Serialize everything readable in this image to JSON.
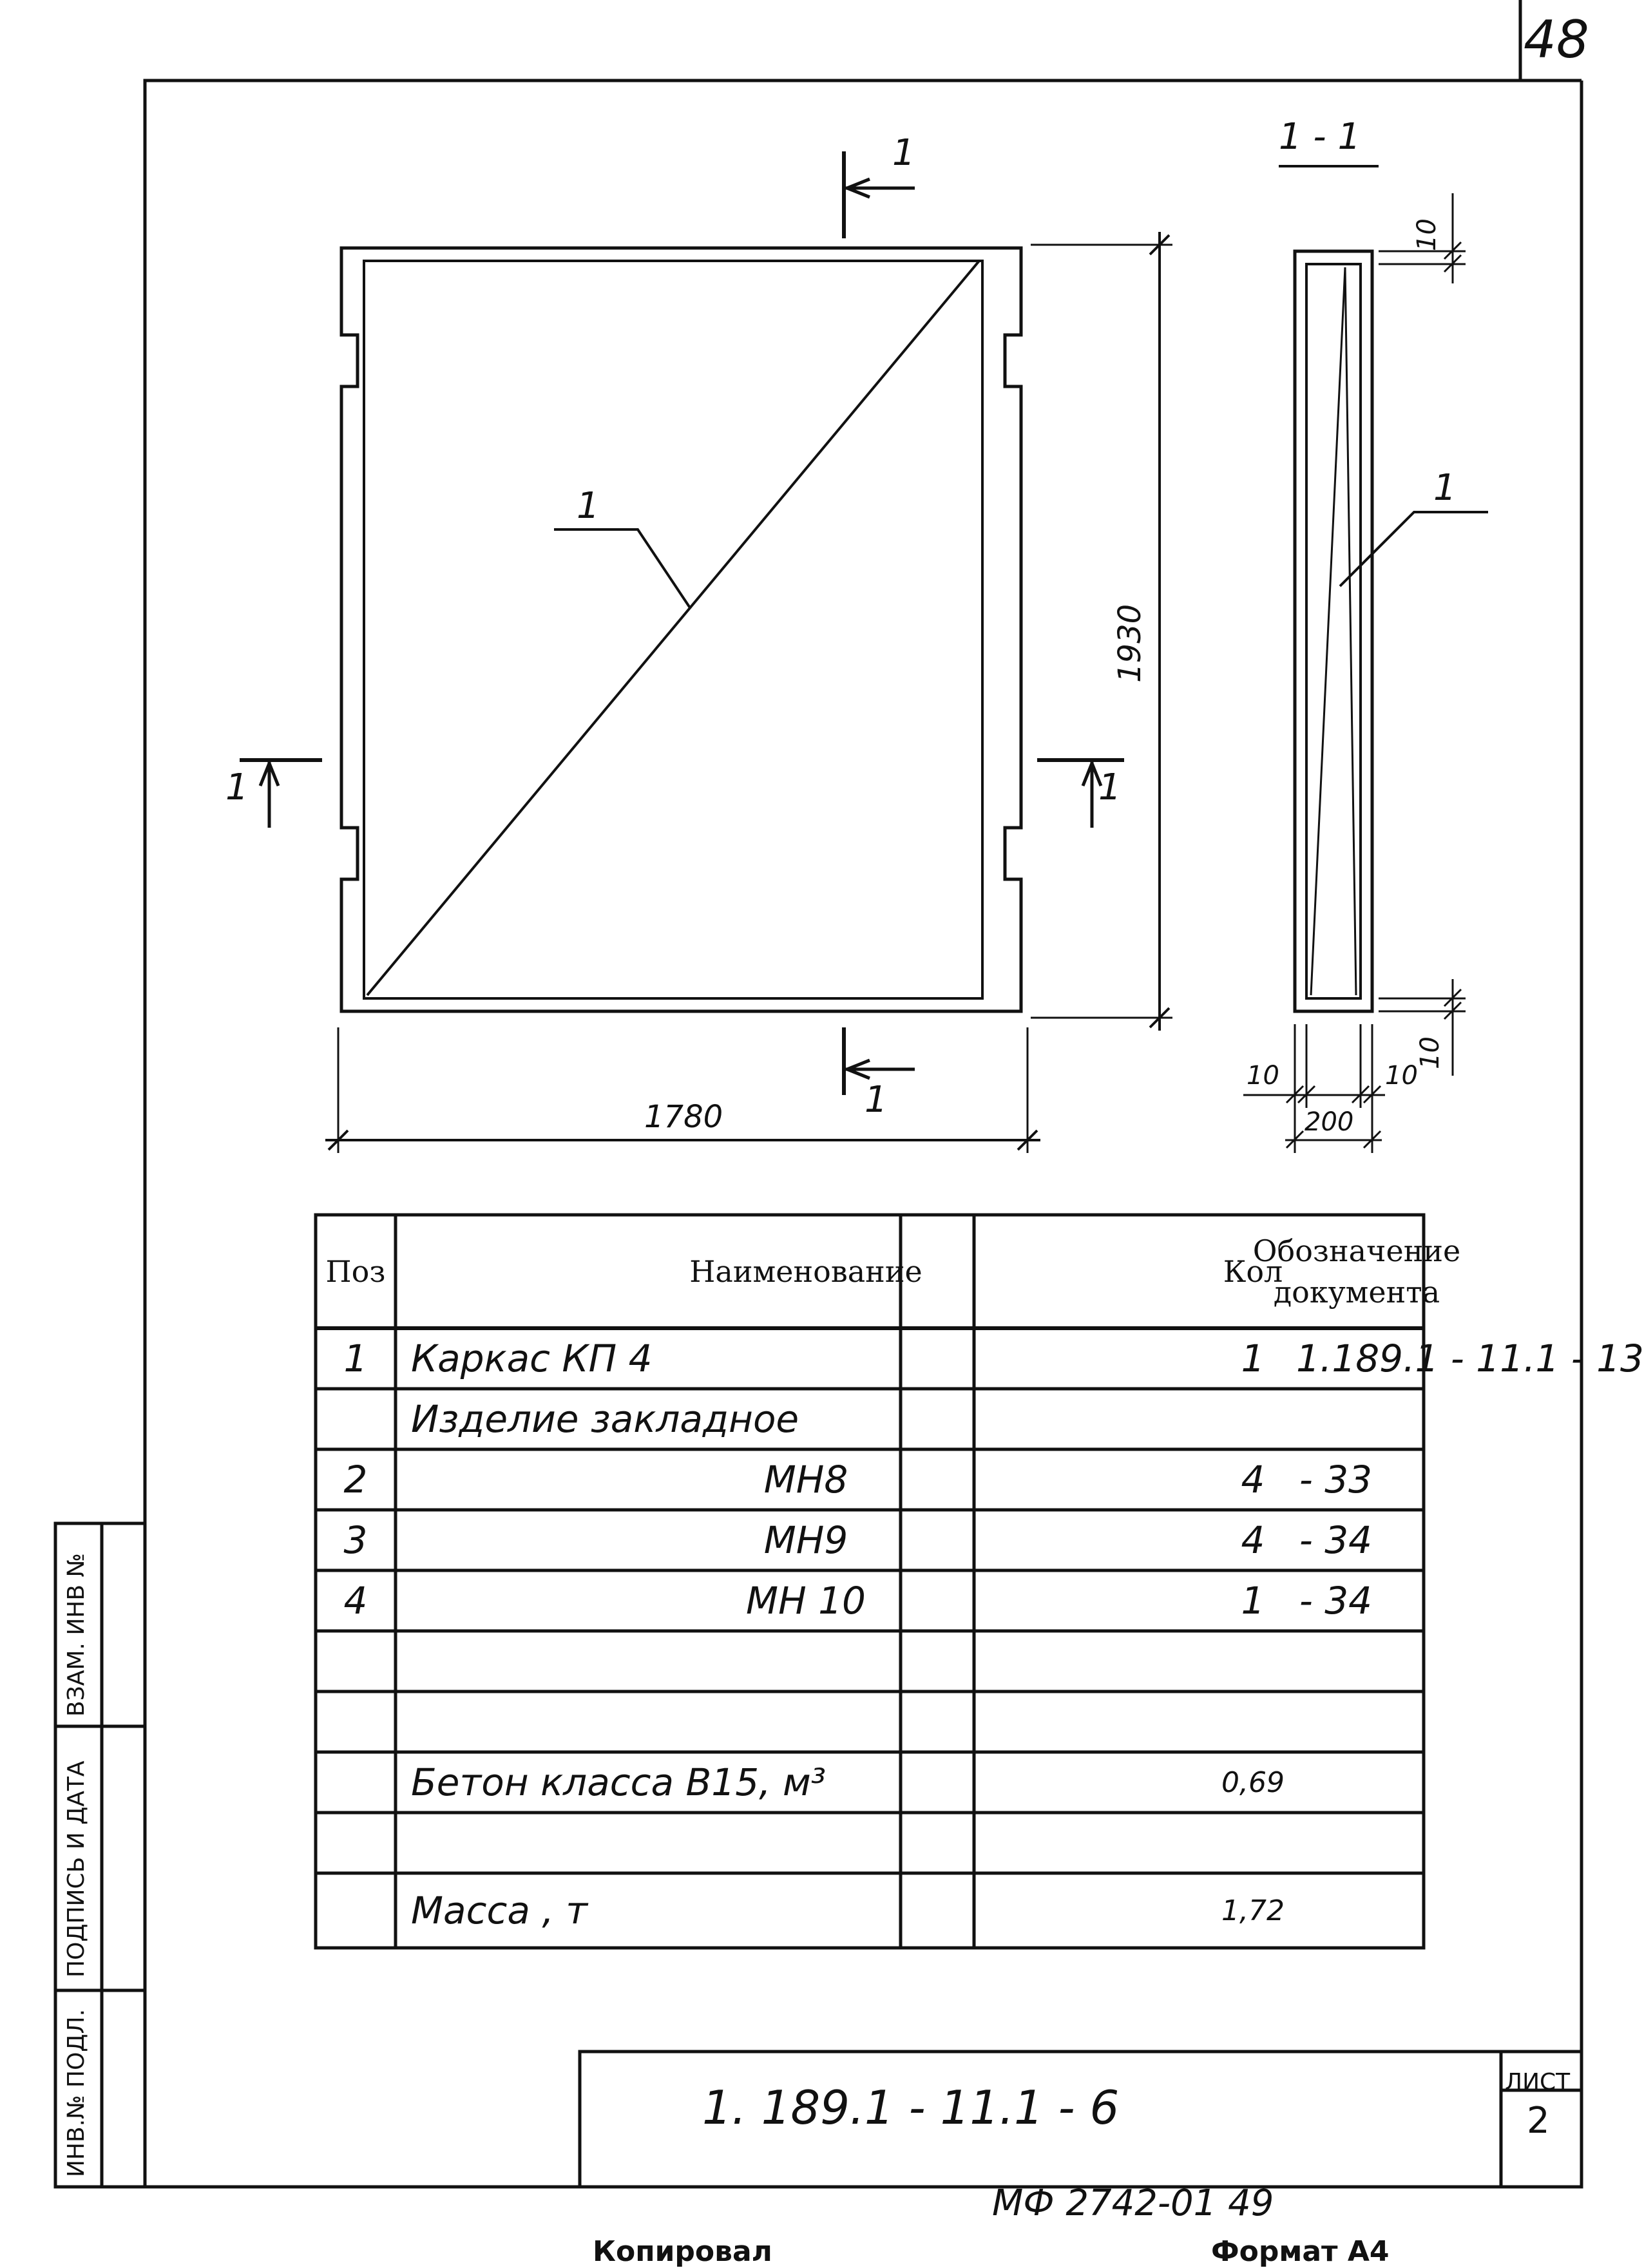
{
  "sheet_number": "48",
  "section_title": "1 - 1",
  "cut_marks": {
    "top": "1",
    "bottom": "1",
    "left": "1",
    "right": "1"
  },
  "leaders": {
    "main": "1",
    "section": "1"
  },
  "dimensions": {
    "width": "1780",
    "height": "1930",
    "section_top": "10",
    "section_bottom": "10",
    "section_left": "10",
    "section_right": "10",
    "section_width": "200"
  },
  "spec_table": {
    "headers": {
      "pos": "Поз",
      "name": "Наименование",
      "qty": "Кол",
      "doc": "Обозначение документа"
    },
    "rows": [
      {
        "pos": "1",
        "name": "Каркас  КП 4",
        "qty": "1",
        "doc": "1.189.1 - 11.1 - 13"
      },
      {
        "pos": "",
        "name": "Изделие  закладное",
        "qty": "",
        "doc": ""
      },
      {
        "pos": "2",
        "name": "МН8",
        "qty": "4",
        "doc": "- 33"
      },
      {
        "pos": "3",
        "name": "МН9",
        "qty": "4",
        "doc": "- 34"
      },
      {
        "pos": "4",
        "name": "МН 10",
        "qty": "1",
        "doc": "- 34"
      },
      {
        "pos": "",
        "name": "",
        "qty": "",
        "doc": ""
      },
      {
        "pos": "",
        "name": "",
        "qty": "",
        "doc": ""
      },
      {
        "pos": "",
        "name": "Бетон класса В15, м³",
        "qty": "0,69",
        "doc": ""
      },
      {
        "pos": "",
        "name": "",
        "qty": "",
        "doc": ""
      },
      {
        "pos": "",
        "name": "Масса , т",
        "qty": "1,72",
        "doc": ""
      }
    ]
  },
  "side_stamp": {
    "inv_orig": "ИНВ.№ ПОДЛ.",
    "signature": "ПОДПИСЬ  И  ДАТА",
    "inv_repl": "ВЗАМ. ИНВ №"
  },
  "title_block": {
    "code": "1. 189.1 - 11.1 - 6",
    "sheet_label": "ЛИСТ",
    "sheet_value": "2"
  },
  "footer": {
    "copied": "Копировал",
    "code": "МФ 2742-01  49",
    "format": "Формат А4"
  }
}
